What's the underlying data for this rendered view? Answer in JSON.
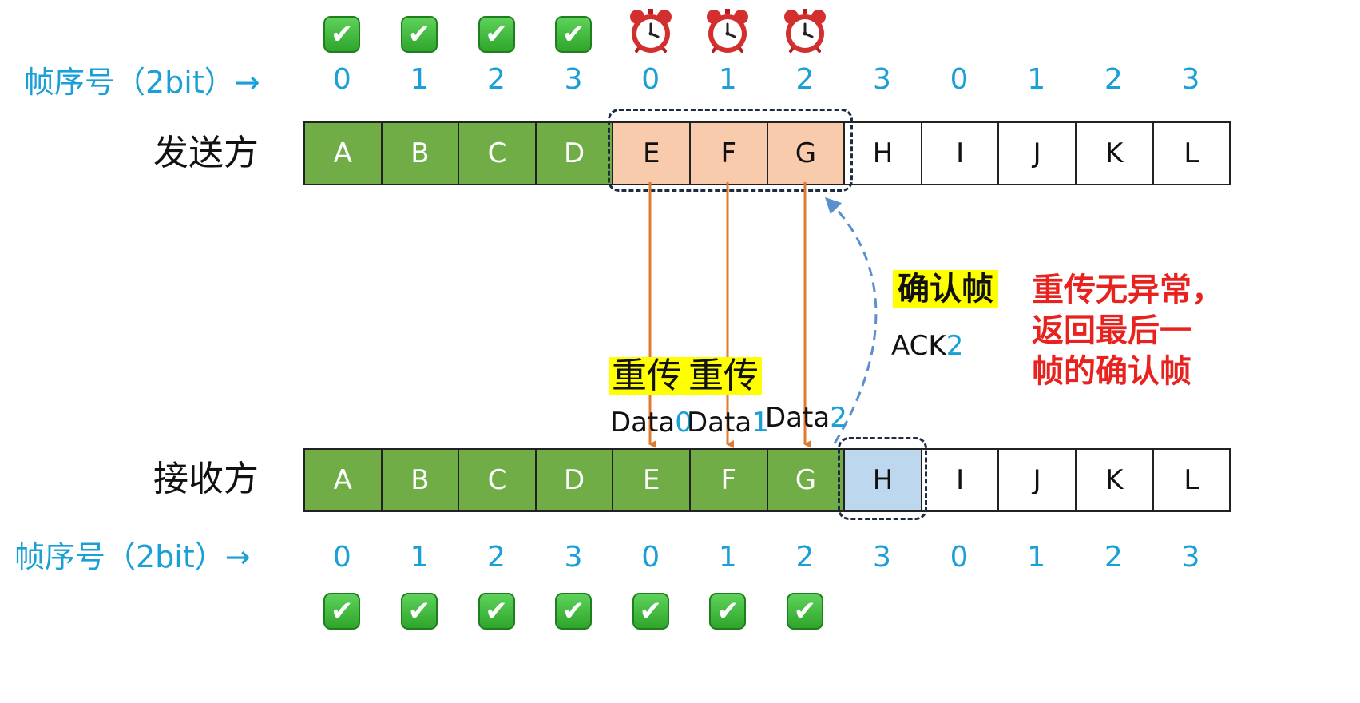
{
  "frame_seq_caption": "帧序号（2bit）→",
  "frame_seq": [
    "0",
    "1",
    "2",
    "3",
    "0",
    "1",
    "2",
    "3",
    "0",
    "1",
    "2",
    "3"
  ],
  "sender": {
    "label": "发送方",
    "frames": [
      {
        "label": "A",
        "state": "ok"
      },
      {
        "label": "B",
        "state": "ok"
      },
      {
        "label": "C",
        "state": "ok"
      },
      {
        "label": "D",
        "state": "ok"
      },
      {
        "label": "E",
        "state": "pending"
      },
      {
        "label": "F",
        "state": "pending"
      },
      {
        "label": "G",
        "state": "pending"
      },
      {
        "label": "H",
        "state": "empty"
      },
      {
        "label": "I",
        "state": "empty"
      },
      {
        "label": "J",
        "state": "empty"
      },
      {
        "label": "K",
        "state": "empty"
      },
      {
        "label": "L",
        "state": "empty"
      }
    ],
    "top_status": [
      "check",
      "check",
      "check",
      "check",
      "timer",
      "timer",
      "timer"
    ]
  },
  "receiver": {
    "label": "接收方",
    "frames": [
      {
        "label": "A",
        "state": "ok"
      },
      {
        "label": "B",
        "state": "ok"
      },
      {
        "label": "C",
        "state": "ok"
      },
      {
        "label": "D",
        "state": "ok"
      },
      {
        "label": "E",
        "state": "ok"
      },
      {
        "label": "F",
        "state": "ok"
      },
      {
        "label": "G",
        "state": "ok"
      },
      {
        "label": "H",
        "state": "receiving"
      },
      {
        "label": "I",
        "state": "empty"
      },
      {
        "label": "J",
        "state": "empty"
      },
      {
        "label": "K",
        "state": "empty"
      },
      {
        "label": "L",
        "state": "empty"
      }
    ],
    "bottom_status": [
      "check",
      "check",
      "check",
      "check",
      "check",
      "check",
      "check"
    ]
  },
  "retransmit_labels": [
    "重传",
    "重传"
  ],
  "data_labels": [
    {
      "text": "Data",
      "num": "0"
    },
    {
      "text": "Data",
      "num": "1"
    },
    {
      "text": "Data",
      "num": "2"
    }
  ],
  "ack": {
    "title": "确认帧",
    "text": "ACK",
    "num": "2"
  },
  "note_lines": [
    "重传无异常，",
    "返回最后一",
    "帧的确认帧"
  ],
  "colors": {
    "ok": "#70ad47",
    "pending": "#f8cbad",
    "receiving": "#bdd7ee",
    "seq": "#1a9fd6",
    "arrow": "#e07a2e",
    "ack_arrow": "#5b8fd0",
    "note": "#e8231f",
    "highlight": "#ffff00"
  }
}
